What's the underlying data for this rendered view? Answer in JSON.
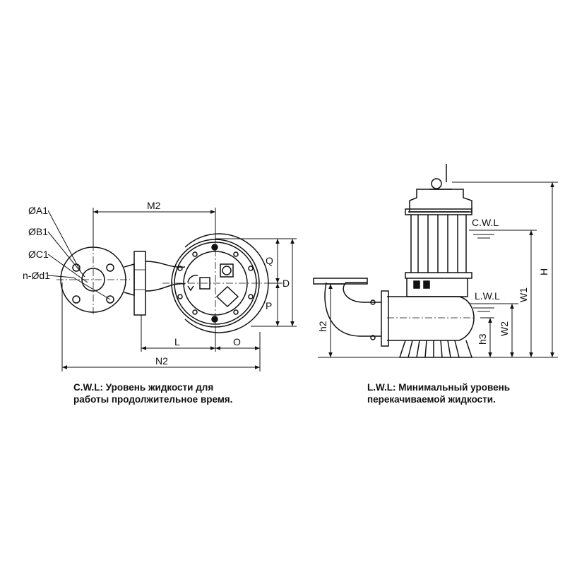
{
  "labels": {
    "a1": "ØA1",
    "b1": "ØB1",
    "c1": "ØC1",
    "d1": "n-Ød1",
    "m2": "M2",
    "q": "Q",
    "p": "P",
    "d": "D",
    "l": "L",
    "o": "O",
    "n2": "N2",
    "h2": "h2",
    "h3": "h3",
    "w2": "W2",
    "w1": "W1",
    "h": "H",
    "cwl": "C.W.L",
    "lwl": "L.W.L"
  },
  "notes": {
    "cwl_line1": "C.W.L: Уровень жидкости для",
    "cwl_line2": "работы продолжительное время.",
    "lwl_line1": "L.W.L: Минимальный уровень",
    "lwl_line2": "перекачиваемой жидкости."
  }
}
